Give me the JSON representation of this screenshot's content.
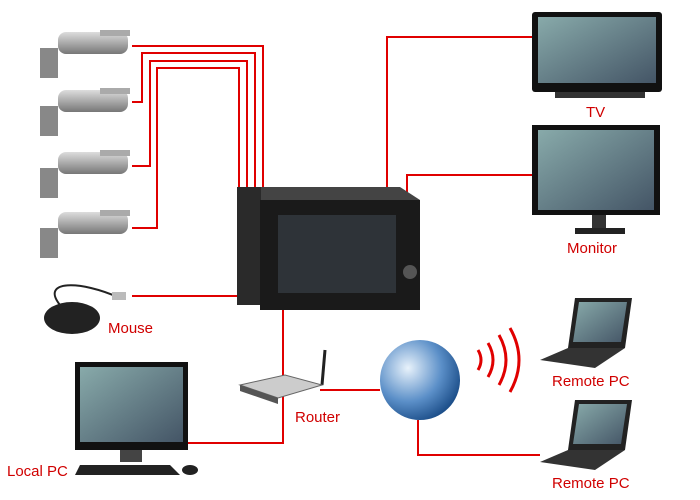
{
  "labels": {
    "tv": "TV",
    "monitor": "Monitor",
    "mouse": "Mouse",
    "router": "Router",
    "local_pc": "Local PC",
    "remote_pc_1": "Remote PC",
    "remote_pc_2": "Remote PC"
  },
  "colors": {
    "line": "#e00000",
    "label": "#d00000"
  }
}
